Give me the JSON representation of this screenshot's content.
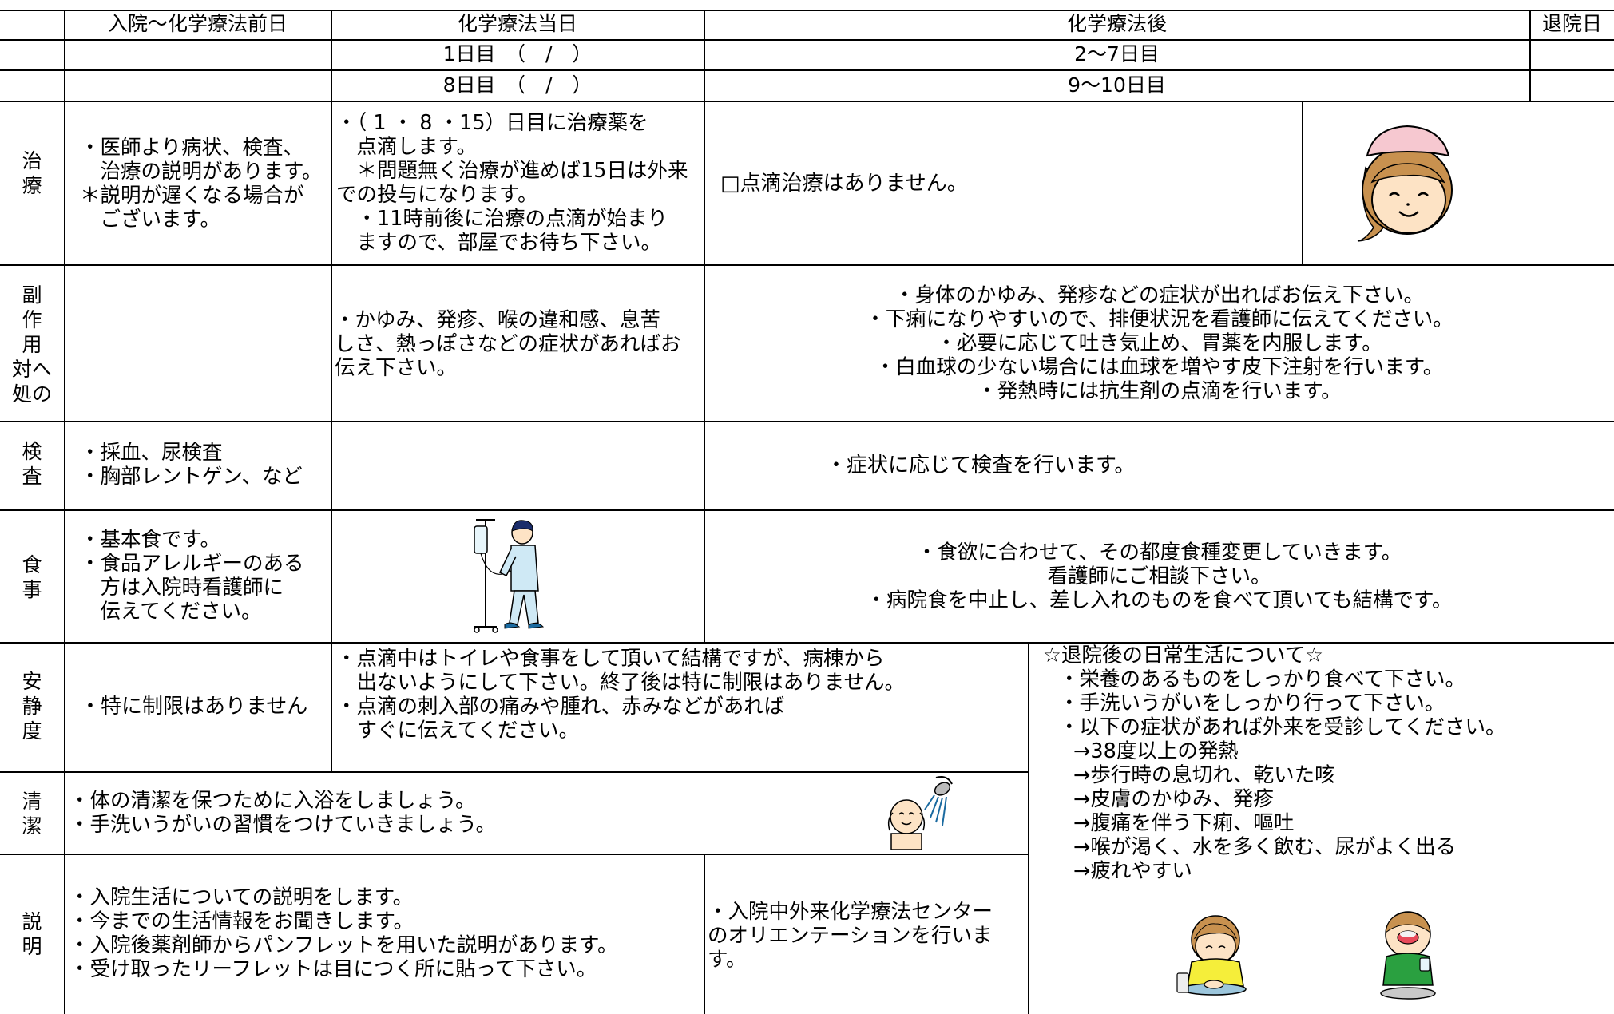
{
  "header": {
    "col_pre": "入院〜化学療法前日",
    "col_day": "化学療法当日",
    "col_after": "化学療法後",
    "col_discharge": "退院日",
    "row1_day": "1日目　（　/　）",
    "row1_after": "2〜7日目",
    "row2_day": "8日目　（　/　）",
    "row2_after": "9〜10日目"
  },
  "rows": {
    "treatment": {
      "label": [
        "治",
        "療"
      ],
      "pre": [
        "・医師より病状、検査、",
        "　治療の説明があります。",
        "＊説明が遅くなる場合が",
        "　ございます。"
      ],
      "day": [
        "・（ 1 ・ 8 ・15）日目に治療薬を",
        "　点滴します。",
        "　＊問題無く治療が進めば15日は外来",
        "での投与になります。",
        "　・11時前後に治療の点滴が始まり",
        "　ますので、部屋でお待ち下さい。"
      ],
      "after": "□点滴治療はありません。"
    },
    "side_effects": {
      "label": [
        "副",
        "作",
        "用",
        "対へ",
        "処の"
      ],
      "day": [
        "・かゆみ、発疹、喉の違和感、息苦",
        "しさ、熱っぽさなどの症状があればお",
        "伝え下さい。"
      ],
      "after": [
        "・身体のかゆみ、発疹などの症状が出ればお伝え下さい。",
        "・下痢になりやすいので、排便状況を看護師に伝えてください。",
        "・必要に応じて吐き気止め、胃薬を内服します。",
        "・白血球の少ない場合には血球を増やす皮下注射を行います。",
        "・発熱時には抗生剤の点滴を行います。"
      ]
    },
    "tests": {
      "label": [
        "検",
        "査"
      ],
      "pre": [
        "・採血、尿検査",
        "・胸部レントゲン、など"
      ],
      "after": "・症状に応じて検査を行います。"
    },
    "meals": {
      "label": [
        "食",
        "事"
      ],
      "pre": [
        "・基本食です。",
        "・食品アレルギーのある",
        "　方は入院時看護師に",
        "　伝えてください。"
      ],
      "after": [
        "・食欲に合わせて、その都度食種変更していきます。",
        "看護師にご相談下さい。",
        "・病院食を中止し、差し入れのものを食べて頂いても結構です。"
      ]
    },
    "activity": {
      "label": [
        "安",
        "静",
        "度"
      ],
      "pre": "・特に制限はありません",
      "day": [
        "・点滴中はトイレや食事をして頂いて結構ですが、病棟から",
        "　出ないようにして下さい。終了後は特に制限はありません。",
        "・点滴の刺入部の痛みや腫れ、赤みなどがあれば",
        "　すぐに伝えてください。"
      ]
    },
    "hygiene": {
      "label": [
        "清",
        "潔"
      ],
      "text": [
        "・体の清潔を保つために入浴をしましょう。",
        "・手洗いうがいの習慣をつけていきましょう。"
      ]
    },
    "explanation": {
      "label": [
        "説",
        "明"
      ],
      "pre": [
        "・入院生活についての説明をします。",
        "・今までの生活情報をお聞きします。",
        "・入院後薬剤師からパンフレットを用いた説明があります。",
        "・受け取ったリーフレットは目につく所に貼って下さい。"
      ],
      "day": [
        "・入院中外来化学療法センター",
        "のオリエンテーションを行いま",
        "す。"
      ]
    }
  },
  "after_discharge": {
    "title": "☆退院後の日常生活について☆",
    "lines": [
      "・栄養のあるものをしっかり食べて下さい。",
      "・手洗いうがいをしっかり行って下さい。",
      "・以下の症状があれば外来を受診してください。",
      "→38度以上の発熱",
      "→歩行時の息切れ、乾いた咳",
      "→皮膚のかゆみ、発疹",
      "→腹痛を伴う下痢、嘔吐",
      "→喉が渇く、水を多く飲む、尿がよく出る",
      "→疲れやすい"
    ]
  },
  "colors": {
    "line": "#000000",
    "nurse_cap": "#f6c8d0",
    "hair": "#c8914f",
    "skin": "#fde3c5",
    "shirt_yellow": "#f5ee3a",
    "shirt_green": "#2aa040",
    "pajama": "#cfe9f5"
  }
}
